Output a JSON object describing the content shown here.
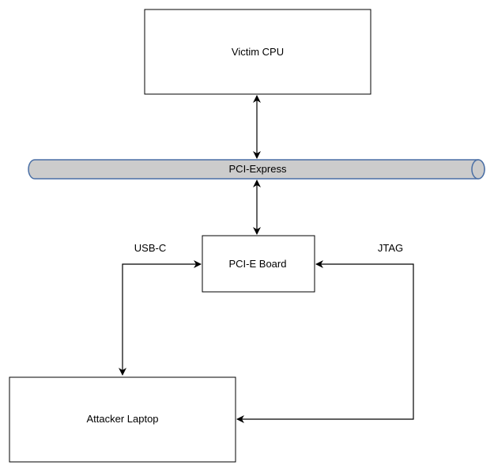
{
  "nodes": {
    "victim_cpu": "Victim CPU",
    "pci_express": "PCI-Express",
    "pcie_board": "PCI-E Board",
    "attacker_laptop": "Attacker Laptop"
  },
  "edges": {
    "usb_c": "USB-C",
    "jtag": "JTAG"
  },
  "colors": {
    "bus_fill": "#cccccc",
    "bus_stroke": "#4a6fa5",
    "box_stroke": "#000000"
  }
}
